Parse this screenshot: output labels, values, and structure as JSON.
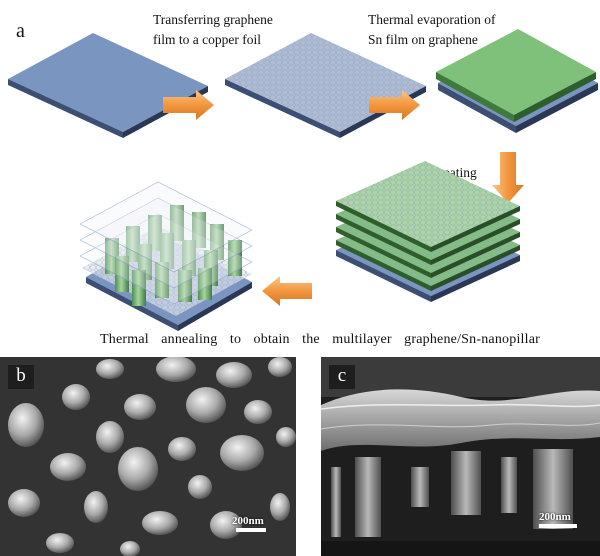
{
  "panel_a": {
    "label": "a",
    "step1_line1": "Transferring graphene",
    "step1_line2": "film to a copper foil",
    "step2_line1": "Thermal evaporation of",
    "step2_line2": "Sn film on graphene",
    "step3": "Repeating",
    "caption": "Thermal annealing to obtain the multilayer graphene/Sn-nanopillar"
  },
  "panel_b": {
    "label": "b",
    "scale": "200nm"
  },
  "panel_c": {
    "label": "c",
    "scale": "200nm"
  },
  "colors": {
    "substrate": "#7b95c1",
    "graphene": "#c9d3e6",
    "tin": "#7fc07a",
    "arrow": "#f2963f"
  }
}
